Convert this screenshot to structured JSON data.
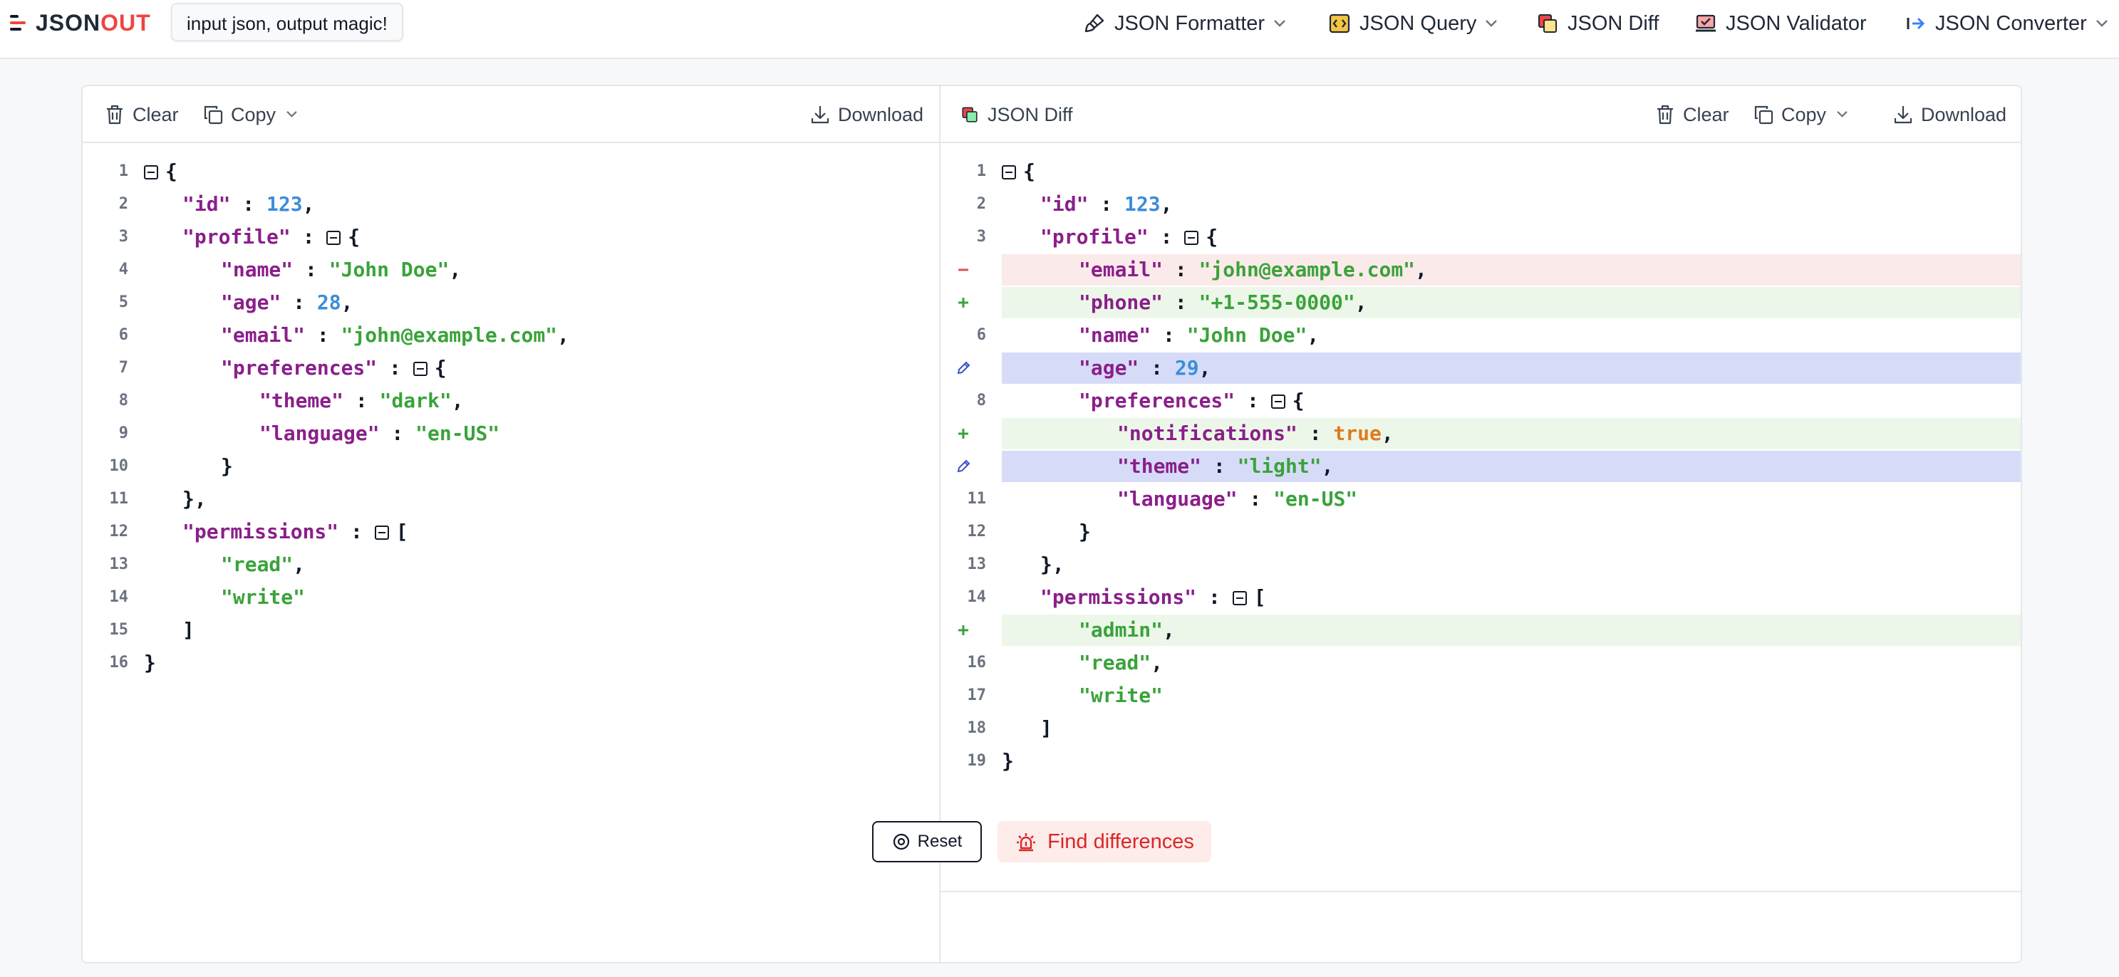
{
  "header": {
    "logo_prefix": "JSON",
    "logo_suffix": "OUT",
    "tagline": "input json, output magic!",
    "nav": [
      {
        "label": "JSON Formatter",
        "icon": "brush-icon",
        "has_dropdown": true
      },
      {
        "label": "JSON Query",
        "icon": "code-box-icon",
        "has_dropdown": true
      },
      {
        "label": "JSON Diff",
        "icon": "diff-icon",
        "has_dropdown": false
      },
      {
        "label": "JSON Validator",
        "icon": "laptop-check-icon",
        "has_dropdown": false
      },
      {
        "label": "JSON Converter",
        "icon": "convert-arrow-icon",
        "has_dropdown": true
      }
    ]
  },
  "left_toolbar": {
    "clear": "Clear",
    "copy": "Copy",
    "download": "Download"
  },
  "right_toolbar": {
    "title": "JSON Diff",
    "clear": "Clear",
    "copy": "Copy",
    "download": "Download"
  },
  "left_editor": {
    "lines": [
      {
        "n": "1",
        "indent": 0,
        "fold": true,
        "tokens": [
          {
            "t": "pun",
            "v": "{"
          }
        ]
      },
      {
        "n": "2",
        "indent": 1,
        "tokens": [
          {
            "t": "key",
            "v": "\"id\""
          },
          {
            "t": "pun",
            "v": " : "
          },
          {
            "t": "num",
            "v": "123"
          },
          {
            "t": "pun",
            "v": ","
          }
        ]
      },
      {
        "n": "3",
        "indent": 1,
        "tokens": [
          {
            "t": "key",
            "v": "\"profile\""
          },
          {
            "t": "pun",
            "v": " : "
          },
          {
            "t": "fold"
          },
          {
            "t": "pun",
            "v": "{"
          }
        ]
      },
      {
        "n": "4",
        "indent": 2,
        "tokens": [
          {
            "t": "key",
            "v": "\"name\""
          },
          {
            "t": "pun",
            "v": " : "
          },
          {
            "t": "str",
            "v": "\"John Doe\""
          },
          {
            "t": "pun",
            "v": ","
          }
        ]
      },
      {
        "n": "5",
        "indent": 2,
        "tokens": [
          {
            "t": "key",
            "v": "\"age\""
          },
          {
            "t": "pun",
            "v": " : "
          },
          {
            "t": "num",
            "v": "28"
          },
          {
            "t": "pun",
            "v": ","
          }
        ]
      },
      {
        "n": "6",
        "indent": 2,
        "tokens": [
          {
            "t": "key",
            "v": "\"email\""
          },
          {
            "t": "pun",
            "v": " : "
          },
          {
            "t": "str",
            "v": "\"john@example.com\""
          },
          {
            "t": "pun",
            "v": ","
          }
        ]
      },
      {
        "n": "7",
        "indent": 2,
        "tokens": [
          {
            "t": "key",
            "v": "\"preferences\""
          },
          {
            "t": "pun",
            "v": " : "
          },
          {
            "t": "fold"
          },
          {
            "t": "pun",
            "v": "{"
          }
        ]
      },
      {
        "n": "8",
        "indent": 3,
        "tokens": [
          {
            "t": "key",
            "v": "\"theme\""
          },
          {
            "t": "pun",
            "v": " : "
          },
          {
            "t": "str",
            "v": "\"dark\""
          },
          {
            "t": "pun",
            "v": ","
          }
        ]
      },
      {
        "n": "9",
        "indent": 3,
        "tokens": [
          {
            "t": "key",
            "v": "\"language\""
          },
          {
            "t": "pun",
            "v": " : "
          },
          {
            "t": "str",
            "v": "\"en-US\""
          }
        ]
      },
      {
        "n": "10",
        "indent": 2,
        "tokens": [
          {
            "t": "pun",
            "v": "}"
          }
        ]
      },
      {
        "n": "11",
        "indent": 1,
        "tokens": [
          {
            "t": "pun",
            "v": "},"
          }
        ]
      },
      {
        "n": "12",
        "indent": 1,
        "tokens": [
          {
            "t": "key",
            "v": "\"permissions\""
          },
          {
            "t": "pun",
            "v": " : "
          },
          {
            "t": "fold"
          },
          {
            "t": "pun",
            "v": "["
          }
        ]
      },
      {
        "n": "13",
        "indent": 2,
        "tokens": [
          {
            "t": "str",
            "v": "\"read\""
          },
          {
            "t": "pun",
            "v": ","
          }
        ]
      },
      {
        "n": "14",
        "indent": 2,
        "tokens": [
          {
            "t": "str",
            "v": "\"write\""
          }
        ]
      },
      {
        "n": "15",
        "indent": 1,
        "tokens": [
          {
            "t": "pun",
            "v": "]"
          }
        ]
      },
      {
        "n": "16",
        "indent": 0,
        "tokens": [
          {
            "t": "pun",
            "v": "}"
          }
        ]
      }
    ]
  },
  "right_editor": {
    "lines": [
      {
        "n": "1",
        "indent": 0,
        "fold": true,
        "tokens": [
          {
            "t": "pun",
            "v": "{"
          }
        ]
      },
      {
        "n": "2",
        "indent": 1,
        "tokens": [
          {
            "t": "key",
            "v": "\"id\""
          },
          {
            "t": "pun",
            "v": " : "
          },
          {
            "t": "num",
            "v": "123"
          },
          {
            "t": "pun",
            "v": ","
          }
        ]
      },
      {
        "n": "3",
        "indent": 1,
        "tokens": [
          {
            "t": "key",
            "v": "\"profile\""
          },
          {
            "t": "pun",
            "v": " : "
          },
          {
            "t": "fold"
          },
          {
            "t": "pun",
            "v": "{"
          }
        ]
      },
      {
        "n": "",
        "change": "removed",
        "marker": "−",
        "indent": 2,
        "tokens": [
          {
            "t": "key",
            "v": "\"email\""
          },
          {
            "t": "pun",
            "v": " : "
          },
          {
            "t": "str",
            "v": "\"john@example.com\""
          },
          {
            "t": "pun",
            "v": ","
          }
        ]
      },
      {
        "n": "",
        "change": "added",
        "marker": "+",
        "indent": 2,
        "tokens": [
          {
            "t": "key",
            "v": "\"phone\""
          },
          {
            "t": "pun",
            "v": " : "
          },
          {
            "t": "str",
            "v": "\"+1-555-0000\""
          },
          {
            "t": "pun",
            "v": ","
          }
        ]
      },
      {
        "n": "6",
        "indent": 2,
        "tokens": [
          {
            "t": "key",
            "v": "\"name\""
          },
          {
            "t": "pun",
            "v": " : "
          },
          {
            "t": "str",
            "v": "\"John Doe\""
          },
          {
            "t": "pun",
            "v": ","
          }
        ]
      },
      {
        "n": "",
        "change": "modified",
        "marker": "edit",
        "indent": 2,
        "tokens": [
          {
            "t": "key",
            "v": "\"age\""
          },
          {
            "t": "pun",
            "v": " : "
          },
          {
            "t": "num",
            "v": "29"
          },
          {
            "t": "pun",
            "v": ","
          }
        ]
      },
      {
        "n": "8",
        "indent": 2,
        "tokens": [
          {
            "t": "key",
            "v": "\"preferences\""
          },
          {
            "t": "pun",
            "v": " : "
          },
          {
            "t": "fold"
          },
          {
            "t": "pun",
            "v": "{"
          }
        ]
      },
      {
        "n": "",
        "change": "added",
        "marker": "+",
        "indent": 3,
        "tokens": [
          {
            "t": "key",
            "v": "\"notifications\""
          },
          {
            "t": "pun",
            "v": " : "
          },
          {
            "t": "bool",
            "v": "true"
          },
          {
            "t": "pun",
            "v": ","
          }
        ]
      },
      {
        "n": "",
        "change": "modified",
        "marker": "edit",
        "indent": 3,
        "tokens": [
          {
            "t": "key",
            "v": "\"theme\""
          },
          {
            "t": "pun",
            "v": " : "
          },
          {
            "t": "str",
            "v": "\"light\""
          },
          {
            "t": "pun",
            "v": ","
          }
        ]
      },
      {
        "n": "11",
        "indent": 3,
        "tokens": [
          {
            "t": "key",
            "v": "\"language\""
          },
          {
            "t": "pun",
            "v": " : "
          },
          {
            "t": "str",
            "v": "\"en-US\""
          }
        ]
      },
      {
        "n": "12",
        "indent": 2,
        "tokens": [
          {
            "t": "pun",
            "v": "}"
          }
        ]
      },
      {
        "n": "13",
        "indent": 1,
        "tokens": [
          {
            "t": "pun",
            "v": "},"
          }
        ]
      },
      {
        "n": "14",
        "indent": 1,
        "tokens": [
          {
            "t": "key",
            "v": "\"permissions\""
          },
          {
            "t": "pun",
            "v": " : "
          },
          {
            "t": "fold"
          },
          {
            "t": "pun",
            "v": "["
          }
        ]
      },
      {
        "n": "",
        "change": "added",
        "marker": "+",
        "indent": 2,
        "tokens": [
          {
            "t": "str",
            "v": "\"admin\""
          },
          {
            "t": "pun",
            "v": ","
          }
        ]
      },
      {
        "n": "16",
        "indent": 2,
        "tokens": [
          {
            "t": "str",
            "v": "\"read\""
          },
          {
            "t": "pun",
            "v": ","
          }
        ]
      },
      {
        "n": "17",
        "indent": 2,
        "tokens": [
          {
            "t": "str",
            "v": "\"write\""
          }
        ]
      },
      {
        "n": "18",
        "indent": 1,
        "tokens": [
          {
            "t": "pun",
            "v": "]"
          }
        ]
      },
      {
        "n": "19",
        "indent": 0,
        "tokens": [
          {
            "t": "pun",
            "v": "}"
          }
        ]
      }
    ]
  },
  "actions": {
    "reset": "Reset",
    "find": "Find differences"
  },
  "colors": {
    "brand_red": "#ef4444",
    "removed_bg": "#fbeaea",
    "added_bg": "#ecf7e9",
    "modified_bg": "#d6dcf8",
    "removed_marker": "#e05252",
    "added_marker": "#3aa33a",
    "modified_marker": "#3c4fc4"
  }
}
